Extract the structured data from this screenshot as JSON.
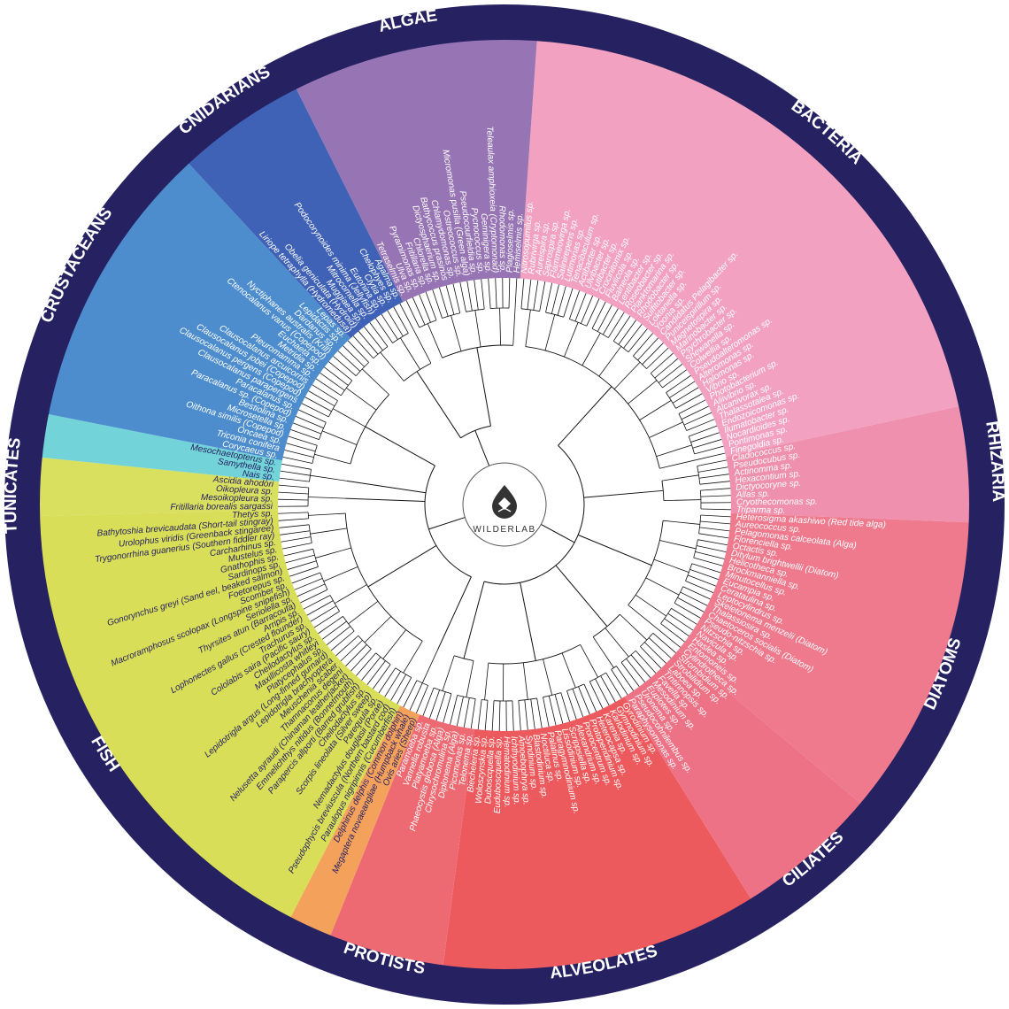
{
  "brand": "WILDERLAB",
  "colors": {
    "ring": "#262262",
    "branch": "#111111",
    "center_text": "#333333"
  },
  "groups": [
    {
      "id": "bacteria",
      "label": "BACTERIA",
      "color": "#f2a2c0",
      "leaf_color": "#ffffff",
      "leaves": [
        "Nitrosopumilus sp.",
        "Rubrivirga sp.",
        "Aureispira sp.",
        "Saprospira sp.",
        "Flammeovirga sp.",
        "Salinirepens sp.",
        "Lutimonas sp.",
        "Tenacibaculum sp.",
        "Actibacter sp.",
        "Ulvibacter sp.",
        "Lutibacter sp.",
        "Crocinitomix sp.",
        "Fluviicola sp.",
        "Balneola sp.",
        "Lentibacter sp.",
        "Roseobacter sp.",
        "Planktomarina sp.",
        "Rhodobacter sp.",
        "Sulfitobacter sp.",
        "Loktanella sp.",
        "Yoonia sp.",
        "Candidatus Pelagibacter sp.",
        "Puniceispirillum sp.",
        "Magnetospira sp.",
        "Marinobacter sp.",
        "Psychrobacter sp.",
        "Shewanella sp.",
        "Colwellia sp.",
        "Pseudoalteromonas sp.",
        "Alteromonas sp.",
        "Halomonas sp.",
        "Vibrio sp.",
        "Photobacterium sp.",
        "Aliivibrio sp.",
        "Alcanivorax sp.",
        "Thalassotalea sp.",
        "Endozoicomonas sp.",
        "Ilumatobacter sp.",
        "Nocardioides sp.",
        "Pontimonas sp.",
        "Finegoldia sp."
      ]
    },
    {
      "id": "rhizaria",
      "label": "RHIZARIA",
      "color": "#ee90ae",
      "leaf_color": "#ffffff",
      "leaves": [
        "Cladococcus sp.",
        "Pseudocubus sp.",
        "Actinomma sp.",
        "Hexacontium sp.",
        "Dictyocoryne sp.",
        "Allas sp.",
        "Cryothecomonas sp.",
        "Triparma sp."
      ]
    },
    {
      "id": "diatoms",
      "label": "DIATOMS",
      "color": "#ef7a8e",
      "leaf_color": "#ffffff",
      "leaves": [
        "Heterosigma akashiwo (Red tide alga)",
        "Aureococcus sp.",
        "Pelagomonas calceolata (Alga)",
        "Florenciella sp.",
        "Octactis sp.",
        "Ditylum brightwellii (Diatom)",
        "Helicotheca sp.",
        "Brockmanniella sp.",
        "Minutocellus sp.",
        "Eucampia sp.",
        "Cerataulina sp.",
        "Leptocylindrus sp.",
        "Skeletonema menzelii (Diatom)",
        "Thalassiosira sp.",
        "Chaetoceros socialis (Diatom)",
        "Pseudo-nitzschia sp.",
        "Nitzschia sp.",
        "Navicula sp.",
        "Haslea sp.",
        "Entomoneis sp.",
        "Cylindrotheca sp."
      ]
    },
    {
      "id": "ciliates",
      "label": "CILIATES",
      "color": "#ee7285",
      "leaf_color": "#ffffff",
      "leaves": [
        "Strombidium sp.",
        "Strobilidium sp.",
        "Laboea sp.",
        "Tintinnopsis sp.",
        "Favella sp.",
        "Mesodinium sp.",
        "Euplotes sp.",
        "Uronema sp.",
        "Pseudocohnilembus sp.",
        "Paraphysomonas sp."
      ]
    },
    {
      "id": "alveolates",
      "label": "ALVEOLATES",
      "color": "#ec5a5e",
      "leaf_color": "#ffffff",
      "leaves": [
        "Gyrodinium sp.",
        "Gymnodinium sp.",
        "Karlodinium sp.",
        "Karenia sp.",
        "Heterocapsa sp.",
        "Protoperidinium sp.",
        "Prorocentrum sp.",
        "Alexandrium sp.",
        "Scrippsiella sp.",
        "Lissodinium sp.",
        "Paragymnodinium sp.",
        "Palatinus sp.",
        "Noctiluca sp.",
        "Blastodinium sp.",
        "Syndinium sp.",
        "Amoebophrya sp.",
        "Ichthyodinium sp.",
        "Hematodinium sp.",
        "Euduboscquella sp.",
        "Duboscquella sp.",
        "Woloszynskia sp.",
        "Biecheleria sp."
      ]
    },
    {
      "id": "protists",
      "label": "PROTISTS",
      "color": "#ed6a73",
      "leaf_color": "#ffffff",
      "leaves": [
        "Telonema sp.",
        "Picomonas sp.",
        "Diplonema (Alga)",
        "Chrysochromulina sp.",
        "Phaeocystis globosa (Alga)",
        "Platyamoeba sp.",
        "Vannella robusta",
        "Paramoeba sp."
      ]
    },
    {
      "id": "mammals",
      "label": "",
      "color": "#f4a15c",
      "leaf_color": "#262262",
      "leaves": [
        "Ovis aries (Sheep)",
        "Megaptera novaeangliae (Humpback whale)",
        "Delphinus delphis (Common dolphin)"
      ]
    },
    {
      "id": "fish",
      "label": "FISH",
      "color": "#d8de57",
      "leaf_color": "#262262",
      "leaves": [
        "Paraulopus nigripinnis (Cucumberfish)",
        "Pseudophycis breviuscula (Northern bastard cod)",
        "Nemadactylus douglasii (Porae)",
        "Parequula sp.",
        "Scorpis lineolata (Silver sweep)",
        "Cheilodactylus sp.",
        "Parapercis allporti (Barred grubfish)",
        "Emmelichthys nitidus (Bonnetmouth)",
        "Nelusetta ayraudi (Chinaman leatherjacket)",
        "Thamnaconus degeni",
        "Meuschenia scaber",
        "Lepidotrigla brachyoptera",
        "Lepidotrigla argus (Long-finned gurnard)",
        "Platycephalus sp.",
        "Maxillicosta whitleyi",
        "Cheilodactylus sp.",
        "Cololabis saira (Pacific saury)",
        "Trachurus sp.",
        "Lophonectes gallus (Crested flounder)",
        "Arripis sp.",
        "Thyrsites atun (Barracouta)",
        "Seriolella sp.",
        "Macroramphosus scolopax (Longspine snipefish)",
        "Scomber sp.",
        "Foetorepus sp.",
        "Gonorynchus greyi (Sand eel, beaked salmon)",
        "Sardinops sp.",
        "Gnathophis sp.",
        "Mustelus sp.",
        "Carcharhinus sp.",
        "Trygonorrhina guanerius (Southern fiddler ray)",
        "Urolophus viridis (Greenback stingaree)",
        "Bathytoshia brevicaudata (Short-tail stingray)",
        "Thetys sp."
      ]
    },
    {
      "id": "tunicates",
      "label": "TUNICATES",
      "color": "#d9df5e",
      "leaf_color": "#262262",
      "leaves": [
        "Fritillaria borealis sargassi",
        "Mesoikopleura sp.",
        "Oikopleura sp.",
        "Ascidia ahodori"
      ]
    },
    {
      "id": "annelids",
      "label": "",
      "color": "#72d3d8",
      "leaf_color": "#262262",
      "leaves": [
        "Nais sp.",
        "Samythella sp.",
        "Mesochaetopterus sp."
      ]
    },
    {
      "id": "crustaceans",
      "label": "CRUSTACEANS",
      "color": "#4d8dce",
      "leaf_color": "#ffffff",
      "leaves": [
        "Corycaeus sp.",
        "Triconia conifera",
        "Oncaea sp.",
        "Oithona similis (Copepod)",
        "Microsetella sp.",
        "Bestiolina sp.",
        "Paracalanus sp. (Copepod)",
        "Paracalanus sp.",
        "Clausocalanus parapergens",
        "Clausocalanus pergens (Copepod)",
        "Clausocalanus jobei (Copepod)",
        "Clausocalanus arcuicornis",
        "Pleuromamma sp.",
        "Metridia sp.",
        "Euchaeta sp.",
        "Ctenocalanus vanus (Copepod)",
        "Nyctiphanes australis (Krill)",
        "Dardanus sp.",
        "Lepidactis sp.",
        "Lepas sp."
      ]
    },
    {
      "id": "cnidarians",
      "label": "CNIDARIANS",
      "color": "#3f61b6",
      "leaf_color": "#ffffff",
      "leaves": [
        "Liriope tetraphylla (Hydromedusa)",
        "Obelia geniculata (Hydroid)",
        "Muggiaea sp.",
        "Mitrocomella sp.",
        "Podocorynoides minima (Jellyfish)",
        "Eutonina sp.",
        "Clytia sp.",
        "Chelophyes sp.",
        "Agalma sp."
      ]
    },
    {
      "id": "algae",
      "label": "ALGAE",
      "color": "#9775b5",
      "leaf_color": "#ffffff",
      "leaves": [
        "Tetraselmis sp.",
        "Ulva sp.",
        "Pyramimonas sp.",
        "Fritillaria sp.",
        "Chlorella sp.",
        "Dictyosphaerium sp.",
        "Bathycoccus prasinos",
        "Chlamydomonas sp.",
        "Ostreococcus sp.",
        "Micromonas pusilla (Green alga)",
        "Pseudocourfieldia sp.",
        "Pycnococcus sp.",
        "Geminigera sp.",
        "Teleaulax amphioxeia (Cryptomonad)",
        "Rhodomonas sp.",
        "Plagioselmis sp.",
        "Hemiselmis sp."
      ]
    }
  ]
}
